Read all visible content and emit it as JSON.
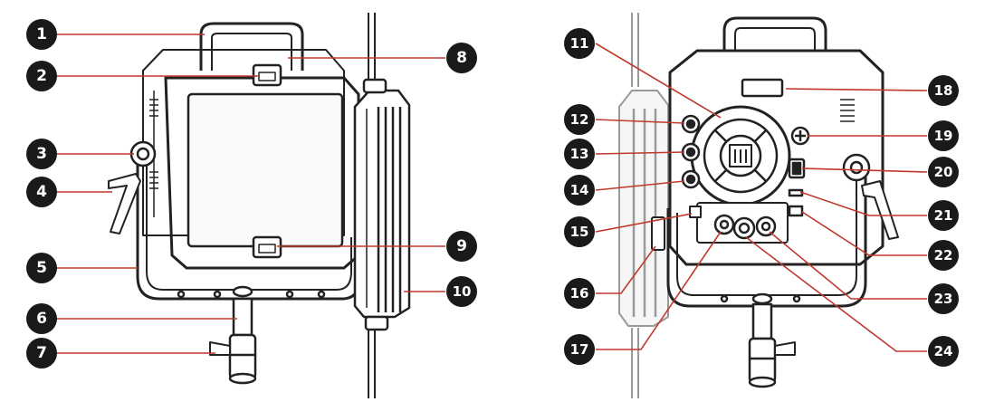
{
  "callouts": {
    "c1": "1",
    "c2": "2",
    "c3": "3",
    "c4": "4",
    "c5": "5",
    "c6": "6",
    "c7": "7",
    "c8": "8",
    "c9": "9",
    "c10": "10",
    "c11": "11",
    "c12": "12",
    "c13": "13",
    "c14": "14",
    "c15": "15",
    "c16": "16",
    "c17": "17",
    "c18": "18",
    "c19": "19",
    "c20": "20",
    "c21": "21",
    "c22": "22",
    "c23": "23",
    "c24": "24"
  },
  "colors": {
    "leader_line": "#c0392b",
    "badge_fill": "#1a1a1a",
    "badge_text": "#ffffff",
    "outline": "#222222"
  }
}
